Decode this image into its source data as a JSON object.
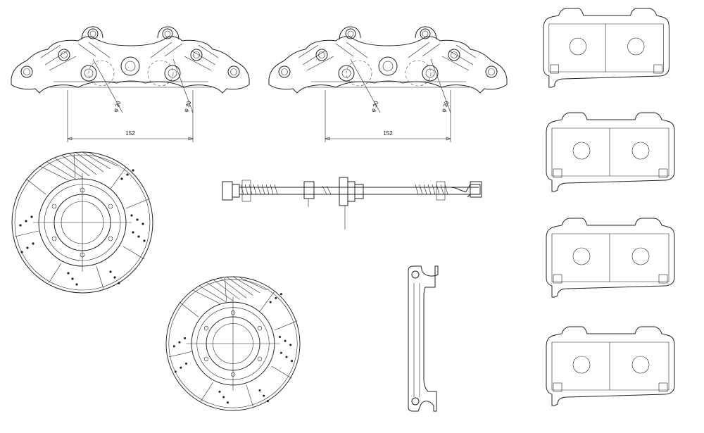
{
  "drawing": {
    "caliper_front": {
      "dim_width": "152",
      "dim_dia_left": "φ 30",
      "dim_dia_right": "φ 30"
    },
    "caliper_rear": {
      "dim_width": "152",
      "dim_dia_left": "φ 30",
      "dim_dia_right": "φ 30"
    },
    "pads_count": 4,
    "discs_count": 2
  },
  "colors": {
    "line": "#222222",
    "background": "#ffffff"
  }
}
